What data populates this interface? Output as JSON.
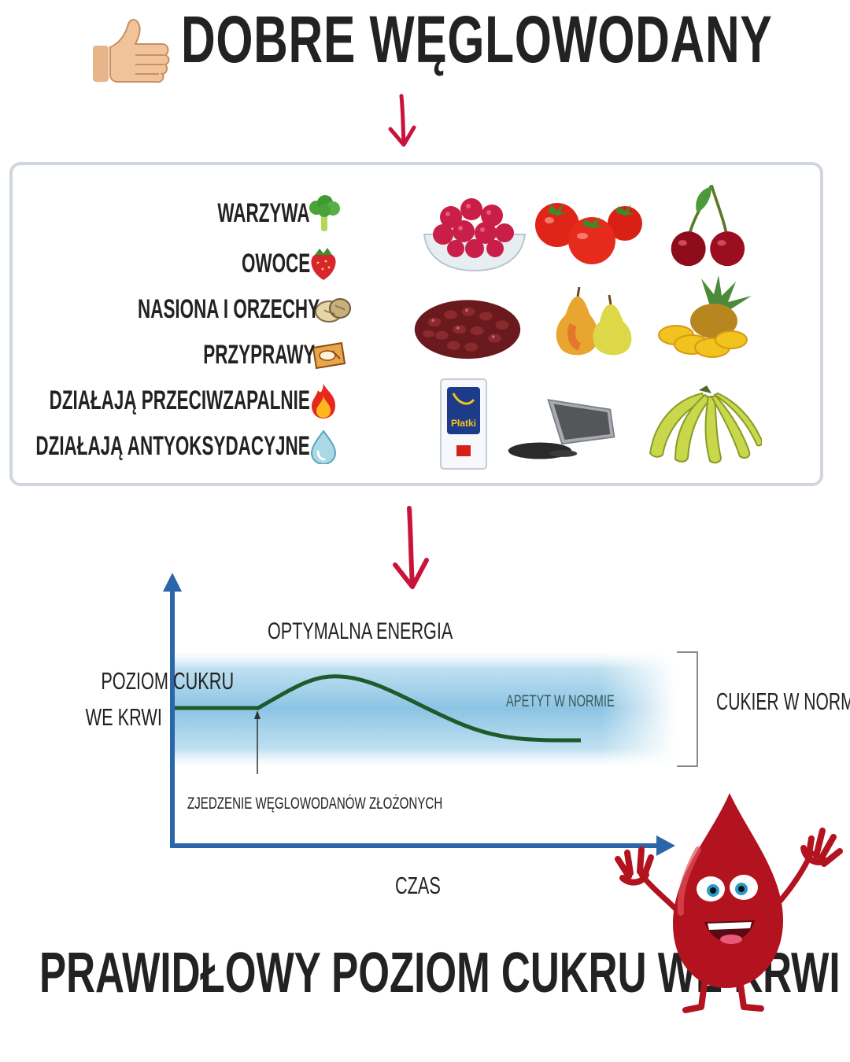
{
  "header": {
    "title": "DOBRE WĘGLOWODANY"
  },
  "categories": [
    {
      "label": "WARZYWA",
      "icon": "broccoli-icon"
    },
    {
      "label": "OWOCE",
      "icon": "strawberry-icon"
    },
    {
      "label": "NASIONA I ORZECHY",
      "icon": "walnut-icon"
    },
    {
      "label": "PRZYPRAWY",
      "icon": "spice-icon"
    },
    {
      "label": "DZIAŁAJĄ PRZECIWZAPALNIE",
      "icon": "flame-icon"
    },
    {
      "label": "DZIAŁAJĄ ANTYOKSYDACYJNE",
      "icon": "droplet-icon"
    }
  ],
  "oat_package": {
    "label": "Płatki"
  },
  "chart": {
    "y_axis_label_line1": "POZIOM CUKRU",
    "y_axis_label_line2": "WE KRWI",
    "x_axis_label": "CZAS",
    "band_label": "OPTYMALNA ENERGIA",
    "curve_label": "APETYT W NORMIE",
    "bracket_label": "CUKIER W NORMI",
    "event_label": "ZJEDZENIE WĘGLOWODANÓW ZŁOŻONYCH"
  },
  "footer": {
    "title": "PRAWIDŁOWY POZIOM CUKRU WE KRWI"
  },
  "colors": {
    "accent_arrow": "#c8143c",
    "axis": "#2a66a8",
    "curve": "#1f5a2c",
    "band": "#9fcde8",
    "panel_border": "#cfd6dd",
    "blood": "#b3121f"
  }
}
